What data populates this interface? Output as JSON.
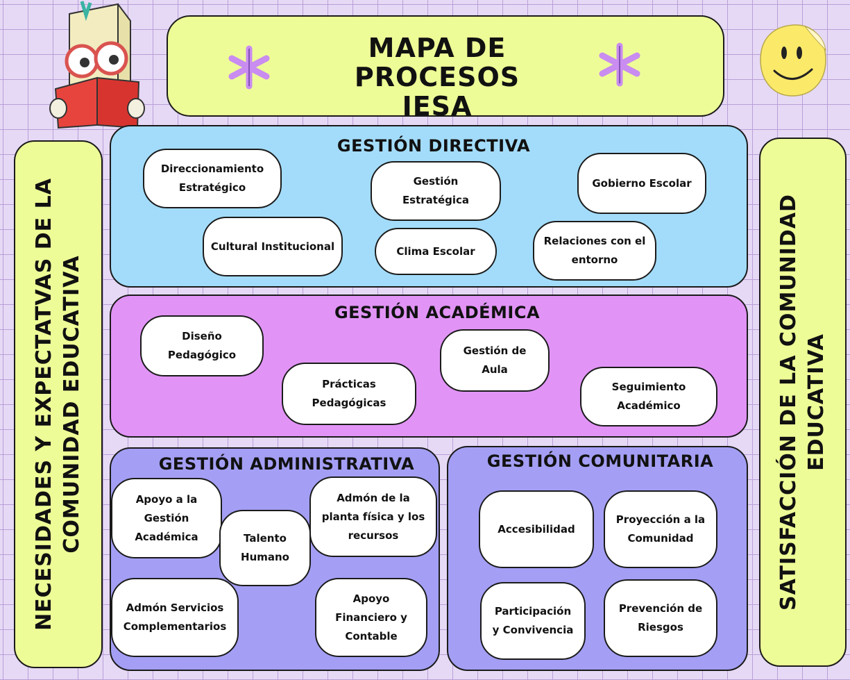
{
  "title": {
    "line1": "MAPA DE",
    "line2": "PROCESOS IESA"
  },
  "side_left": {
    "line1": "NECESIDADES Y EXPECTATVAS DE LA",
    "line2": "COMUNIDAD EDUCATIVA"
  },
  "side_right": {
    "line1": "SATISFACCIÓN DE LA COMUNIDAD",
    "line2": "EDUCATIVA"
  },
  "directiva": {
    "title": "GESTIÓN DIRECTIVA",
    "items": [
      "Direccionamiento\nEstratégico",
      "Gestión\nEstratégica",
      "Gobierno Escolar",
      "Cultural Institucional",
      "Clima Escolar",
      "Relaciones con el\nentorno"
    ]
  },
  "academica": {
    "title": "GESTIÓN ACADÉMICA",
    "items": [
      "Diseño\nPedagógico",
      "Gestión de\nAula",
      "Prácticas\nPedagógicas",
      "Seguimiento\nAcadémico"
    ]
  },
  "administrativa": {
    "title": "GESTIÓN ADMINISTRATIVA",
    "items": [
      "Apoyo a la\nGestión\nAcadémica",
      "Talento\nHumano",
      "Admón de la\nplanta física y los\nrecursos",
      "Admón Servicios\nComplementarios",
      "Apoyo\nFinanciero y\nContable"
    ]
  },
  "comunitaria": {
    "title": "GESTIÓN COMUNITARIA",
    "items": [
      "Accesibilidad",
      "Proyección a la\nComunidad",
      "Participación\ny Convivencia",
      "Prevención de\nRiesgos"
    ]
  },
  "colors": {
    "banner": "#eefc97",
    "directiva": "#a3dcfa",
    "academica": "#e194f6",
    "administrativa": "#a49ff4",
    "comunitaria": "#a49ff4",
    "star": "#c98cf0"
  },
  "icons": [
    "book-mascot-icon",
    "asterisk-star-icon",
    "smiley-face-icon"
  ]
}
